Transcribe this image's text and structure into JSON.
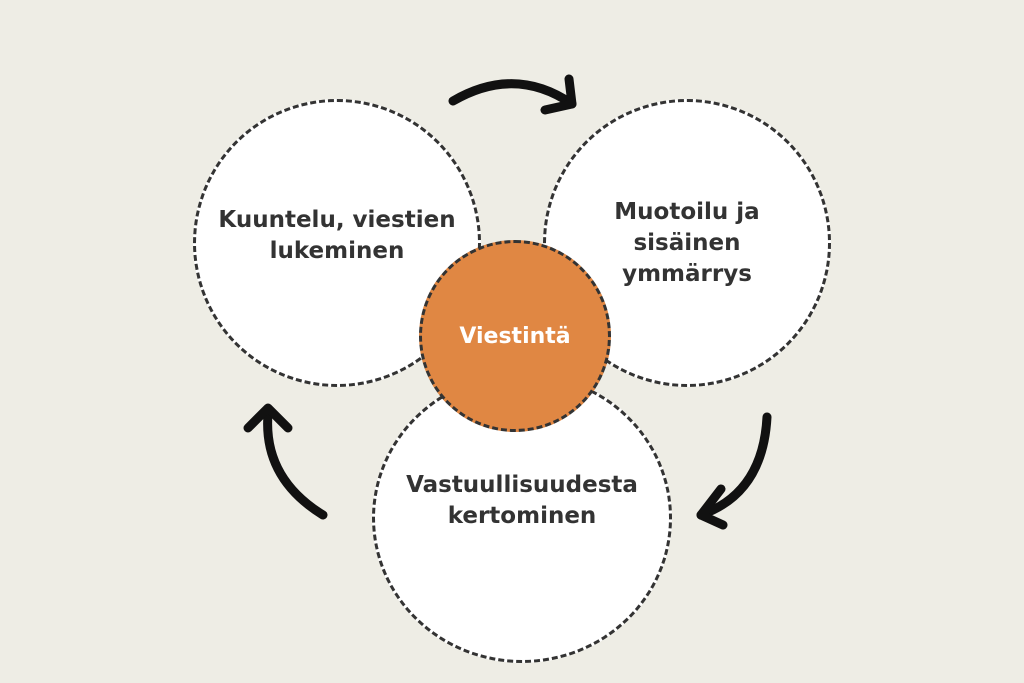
{
  "diagram": {
    "center": {
      "label": "Viestintä"
    },
    "nodes": {
      "left": {
        "label": "Kuuntelu, viestien lukeminen"
      },
      "right": {
        "label": "Muotoilu ja sisäinen ymmärrys"
      },
      "bottom": {
        "label": "Vastuullisuudesta kertominen"
      }
    }
  },
  "colors": {
    "background": "#eeede5",
    "center_fill": "#e08743",
    "outline": "#333333",
    "arrow": "#111111"
  }
}
